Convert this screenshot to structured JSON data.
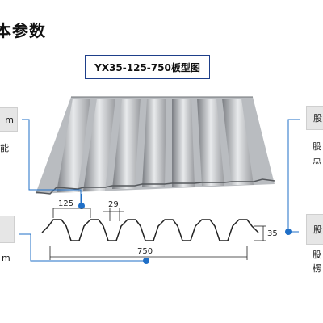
{
  "heading": "本参数",
  "model_title": "YX35-125-750板型图",
  "dimensions": {
    "rib_pitch": "125",
    "rib_top": "29",
    "height": "35",
    "cover_width": "750"
  },
  "left_panel": {
    "tab1_text": "m",
    "text1": "能",
    "text2": "m"
  },
  "right_panel": {
    "tab1_text": "股",
    "text1_line1": "股",
    "text1_line2": "点",
    "tab2_text": "股",
    "text2_line1": "股",
    "text2_line2": "楞"
  },
  "colors": {
    "callout": "#1f6fc7",
    "frame_border": "#1e3f8a",
    "tab_bg": "#e6e6e6"
  }
}
